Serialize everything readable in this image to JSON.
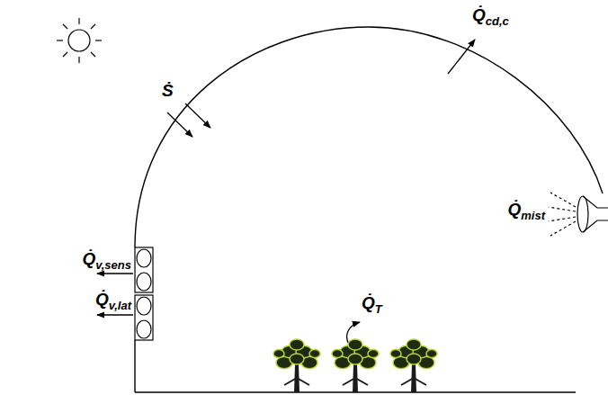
{
  "diagram": {
    "labels": [
      "Ṡ",
      "Q̇cd,c",
      "Q̇mist",
      "Q̇T",
      "Q̇v,sens",
      "Q̇v,lat"
    ]
  }
}
